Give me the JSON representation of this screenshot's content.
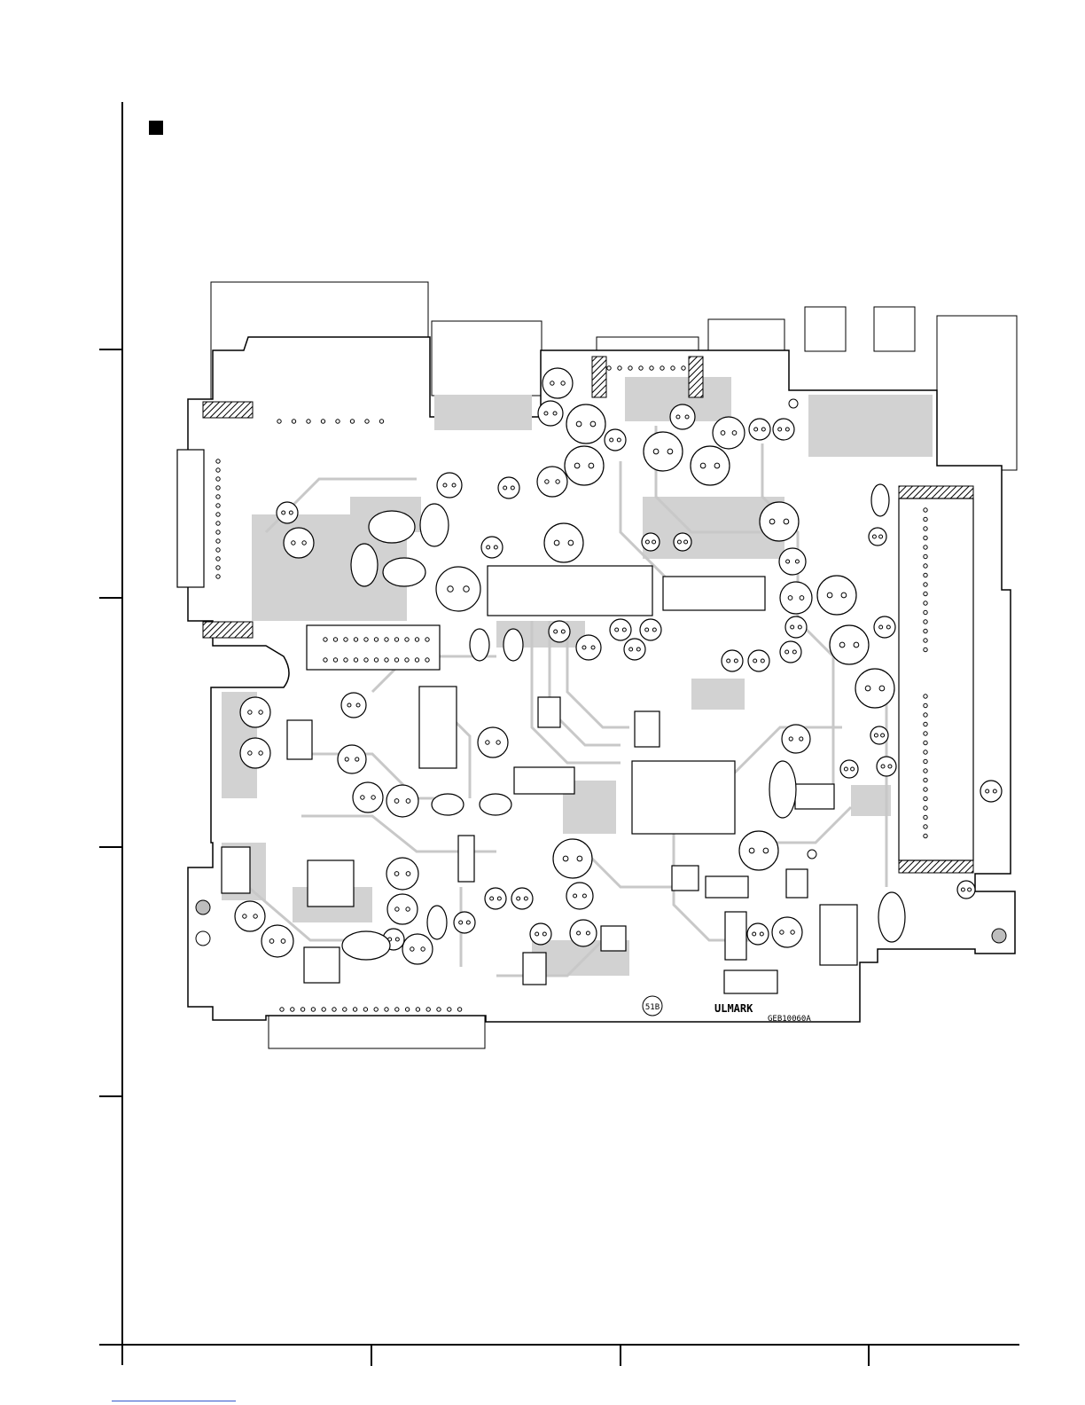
{
  "page": {
    "section_marker": "square-bullet"
  },
  "board": {
    "part_number": "GEB10060A",
    "ul_mark": "ULMARK",
    "sticker_label": "51B"
  },
  "colors": {
    "ink": "#000000",
    "copper_fill": "#d2d2d2",
    "board_bg": "#ffffff",
    "link_underline": "#3355cc"
  }
}
